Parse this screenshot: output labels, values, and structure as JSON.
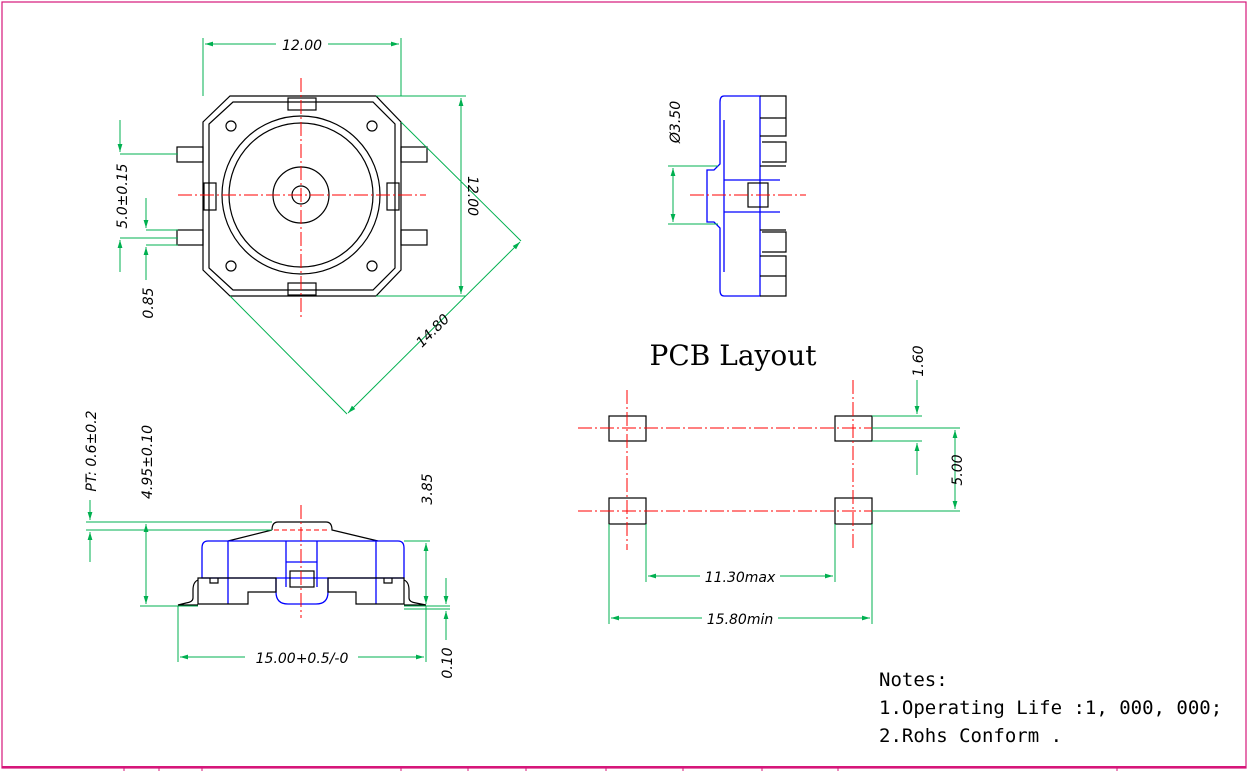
{
  "colors": {
    "frame": "#d6177a",
    "outline": "#000000",
    "body": "#0000ff",
    "centerline": "#ff0000",
    "dimension": "#00b050"
  },
  "top_view": {
    "width": "12.00",
    "height": "12.00",
    "diagonal": "14.80",
    "pin_pitch": "5.0±0.15",
    "pin_width": "0.85"
  },
  "side_view": {
    "diameter": "Ø3.50"
  },
  "front_view": {
    "pt": "PT: 0.6±0.2",
    "height": "4.95±0.10",
    "body_height": "3.85",
    "length": "15.00+0.5/-0",
    "thickness": "0.10"
  },
  "pcb": {
    "title": "PCB Layout",
    "pad": "1.60",
    "pitch": "5.00",
    "inner": "11.30max",
    "outer": "15.80min"
  },
  "notes": {
    "heading": "Notes:",
    "items": [
      "1.Operating Life :1, 000, 000;",
      "2.Rohs Conform ."
    ]
  }
}
